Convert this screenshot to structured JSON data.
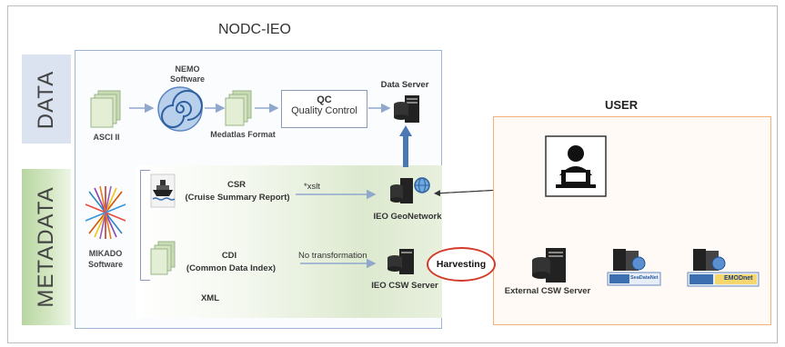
{
  "title": "NODC-IEO",
  "bands": {
    "data": "DATA",
    "metadata": "METADATA"
  },
  "user_title": "USER",
  "nodes": {
    "ascii": "ASCI II",
    "nemo": "NEMO Software",
    "medatlas": "Medatlas Format",
    "qc_line1": "QC",
    "qc_line2": "Quality Control",
    "data_server": "Data Server",
    "mikado": "MIKADO Software",
    "csr_line1": "CSR",
    "csr_line2": "(Cruise Summary Report)",
    "cdi_line1": "CDI",
    "cdi_line2": "(Common Data Index)",
    "xml": "XML",
    "xslt": "*xslt",
    "no_transformation": "No transformation",
    "geonetwork": "IEO GeoNetwork",
    "csw_server": "IEO CSW Server",
    "harvesting": "Harvesting",
    "external_csw": "External CSW Server",
    "seadatanet": "SeaDataNet",
    "emodnet": "EMODnet"
  },
  "colors": {
    "data_band": "#dbe3f1",
    "metadata_band": "#b8d6a1",
    "user_border": "#f0b27a",
    "harvesting_ring": "#d43a2a",
    "arrow": "#8fa8cc",
    "upload_arrow": "#4a78b5"
  }
}
